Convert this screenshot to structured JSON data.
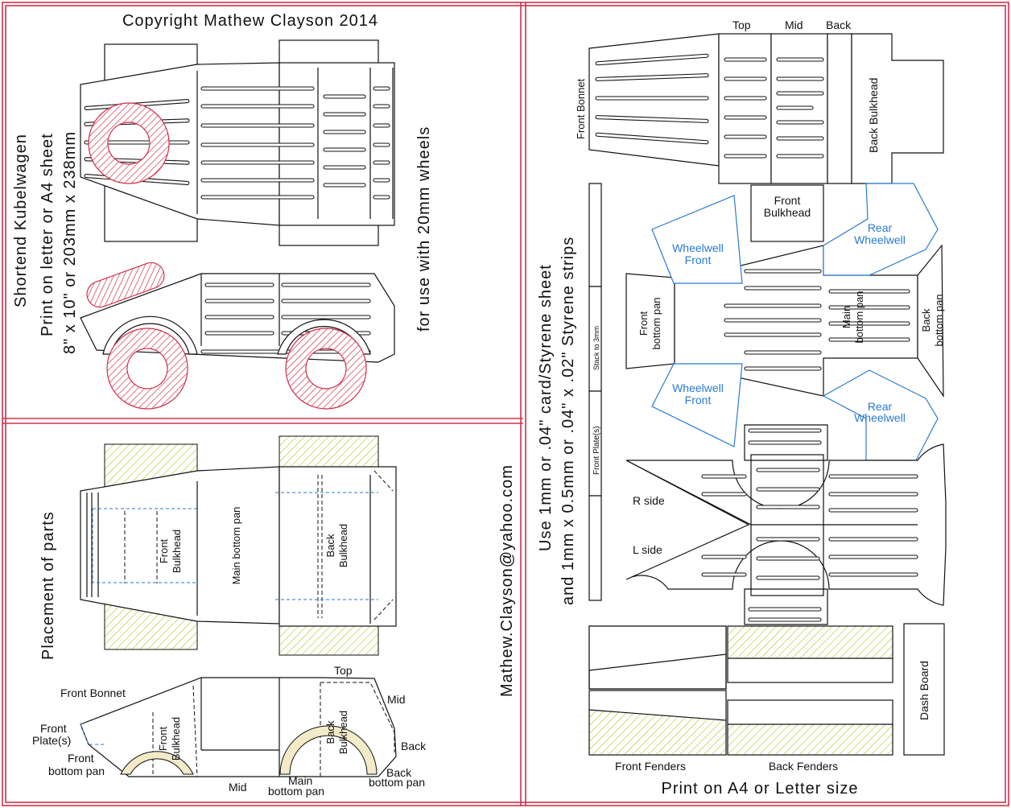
{
  "copyright": "Copyright Mathew Clayson 2014",
  "left_top": {
    "title": "Shortend Kubelwagen",
    "print_line1": "Print on letter or A4 sheet",
    "print_line2": "8\" x 10\" or 203mm x 238mm",
    "wheels_note": "for use with 20mm wheels"
  },
  "left_bottom": {
    "title": "Placement of parts",
    "plan_labels": {
      "front_bulkhead": [
        "Front",
        "Bulkhead"
      ],
      "main_bottom_pan": "Main bottom pan",
      "back_bulkhead": [
        "Back",
        "Bulkhead"
      ]
    },
    "side_labels": {
      "top": "Top",
      "mid_upper": "Mid",
      "front_bonnet": "Front Bonnet",
      "front_plates": [
        "Front",
        "Plate(s)"
      ],
      "front_bottom_pan": [
        "Front",
        "bottom pan"
      ],
      "front_bulkhead": [
        "Front",
        "Bulkhead"
      ],
      "back_bulkhead": [
        "Back",
        "Bulkhead"
      ],
      "back": "Back",
      "back_bottom_pan": [
        "Back",
        "bottom pan"
      ],
      "mid_lower": "Mid",
      "main_bottom_pan": [
        "Main",
        "bottom pan"
      ]
    }
  },
  "right": {
    "email": "Mathew.Clayson@yahoo.com",
    "material_line1": "Use 1mm or .04\" card/Styrene sheet",
    "material_line2": "and 1mm x 0.5mm or .04\" x .02\" Styrene strips",
    "labels": {
      "top": "Top",
      "mid": "Mid",
      "back": "Back",
      "front_bonnet": "Front Bonnet",
      "back_bulkhead": "Back Bulkhead",
      "front_bulkhead": [
        "Front",
        "Bulkhead"
      ],
      "wheelwell_front": [
        "Wheelwell",
        "Front"
      ],
      "rear_wheelwell": [
        "Rear",
        "Wheelwell"
      ],
      "front_bottom_pan": [
        "Front",
        "bottom pan"
      ],
      "main_bottom_pan": [
        "Main",
        "bottom pan"
      ],
      "back_bottom_pan": [
        "Back",
        "bottom pan"
      ],
      "stack": "Stack to 3mm",
      "front_plates": "Front Plate(s)",
      "r_side": "R side",
      "l_side": "L side",
      "front_fenders": "Front Fenders",
      "back_fenders": "Back Fenders",
      "dash_board": "Dash Board"
    },
    "footer": "Print on A4 or Letter size"
  }
}
